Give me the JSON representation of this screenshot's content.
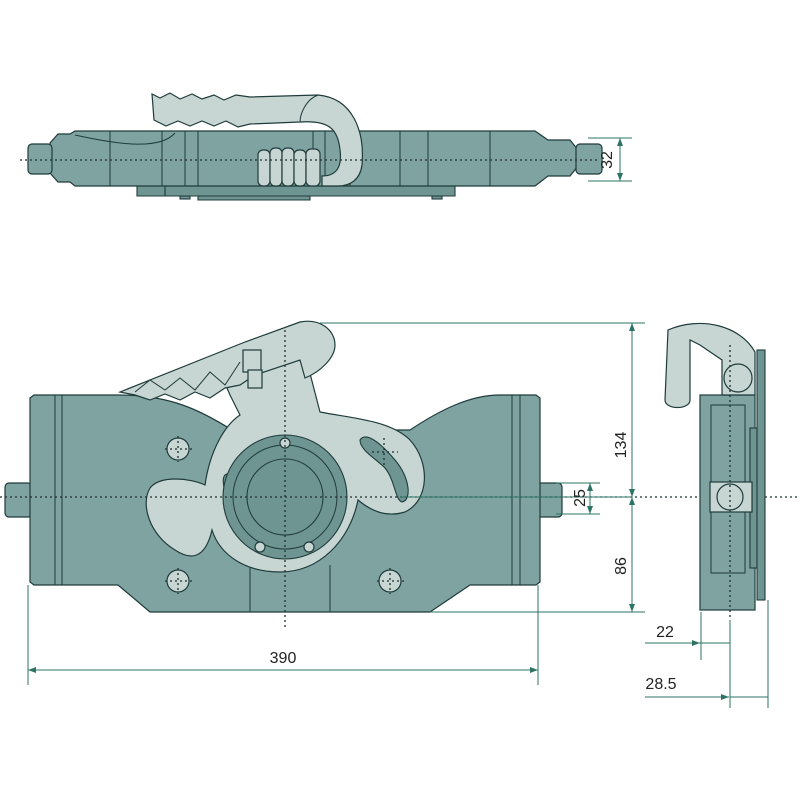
{
  "drawing": {
    "views": [
      "top-view",
      "front-view",
      "side-view"
    ],
    "dimensions": {
      "pin_diameter_top": "32",
      "height_above_center": "134",
      "pin_diameter_front": "25",
      "height_below_center": "86",
      "overall_width": "390",
      "side_offset_front": "22",
      "side_offset_back": "28.5"
    },
    "colors": {
      "body": "#7fa3a1",
      "handle": "#c7d6d3",
      "outline": "#1f3b3b",
      "dimension_lines": "#2d7466"
    }
  }
}
